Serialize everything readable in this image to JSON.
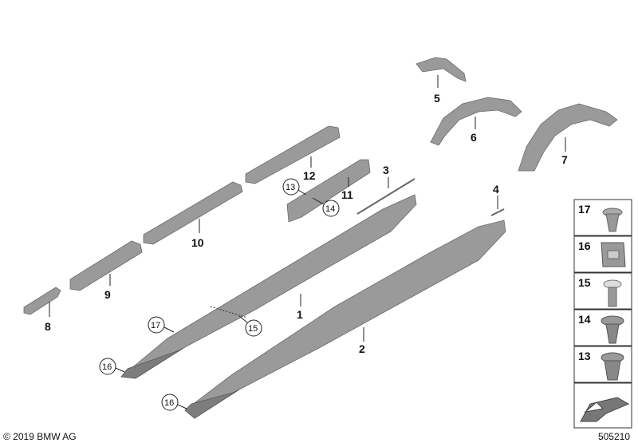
{
  "parts": {
    "p1": "1",
    "p2": "2",
    "p3": "3",
    "p4": "4",
    "p5": "5",
    "p6": "6",
    "p7": "7",
    "p8": "8",
    "p9": "9",
    "p10": "10",
    "p11": "11",
    "p12": "12",
    "p13": "13",
    "p14": "14",
    "p15": "15",
    "p16a": "16",
    "p16b": "16",
    "p17": "17"
  },
  "legend": {
    "items": [
      "17",
      "16",
      "15",
      "14",
      "13"
    ]
  },
  "footer": {
    "copyright": "© 2019 BMW AG",
    "diagram_number": "505210"
  }
}
